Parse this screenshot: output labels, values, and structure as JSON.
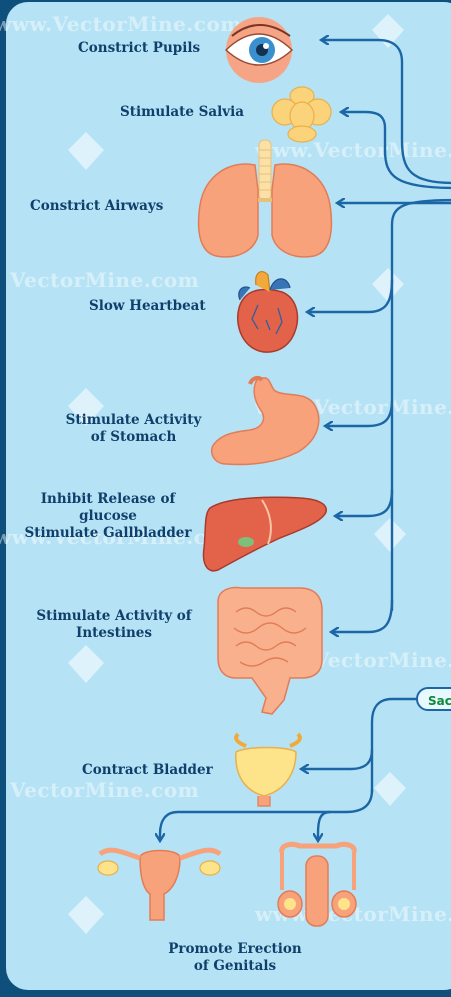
{
  "labels": {
    "constrict_pupils": "Constrict Pupils",
    "stimulate_salvia": "Stimulate Salvia",
    "constrict_airways": "Constrict Airways",
    "slow_heartbeat": "Slow Heartbeat",
    "stomach_line1": "Stimulate Activity",
    "stomach_line2": "of Stomach",
    "liver_line1": "Inhibit Release of",
    "liver_line2": "glucose",
    "liver_line3": "Stimulate Gallbladder",
    "intestine_line1": "Stimulate Activity of",
    "intestine_line2": "Intestines",
    "contract_bladder": "Contract Bladder",
    "genitals_line1": "Promote Erection",
    "genitals_line2": "of Genitals"
  },
  "sacral_tag": "Sac",
  "watermark": {
    "text": "www.VectorMine.com",
    "text_short": "VectorMine.com"
  },
  "colors": {
    "panel": "#b5e3f5",
    "arrow": "#1c66a6",
    "label": "#0f3f6a",
    "organ": "#f5a077",
    "organ_dark": "#e06b4a",
    "background": "#0f4f7c"
  }
}
